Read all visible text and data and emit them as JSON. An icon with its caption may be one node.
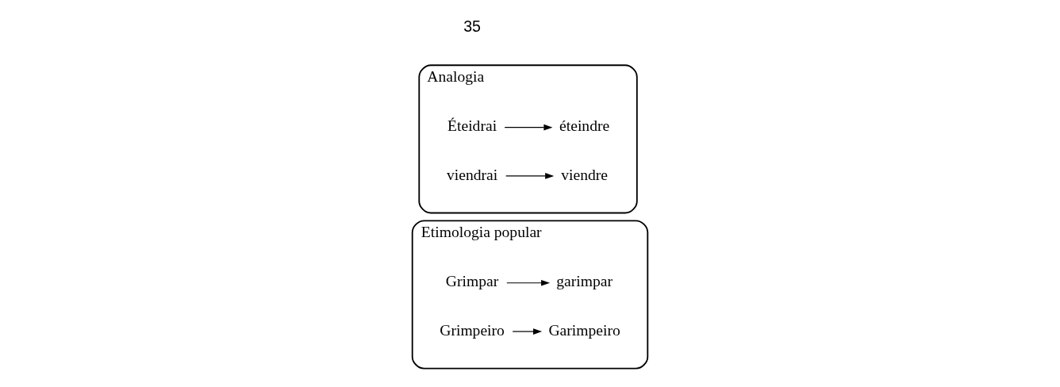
{
  "diagram": {
    "nodes": [
      {
        "text": [
          "Etimologia popular"
        ]
      },
      {
        "text": [
          "Grimpar"
        ],
        "in": 0
      },
      {
        "text": [
          "garimpar"
        ],
        "in": 0
      },
      {
        "text": [
          "Grimpeiro"
        ],
        "in": 0
      },
      {
        "text": [
          "Garimpeiro"
        ],
        "in": 0
      },
      {
        "text": [
          "Analogia"
        ]
      },
      {
        "text": [
          "Éteidrai"
        ],
        "in": 5
      },
      {
        "text": [
          "éteindre"
        ],
        "in": 5
      },
      {
        "text": [
          "viendrai"
        ],
        "in": 5
      },
      {
        "text": [
          "viendre"
        ],
        "in": 5
      }
    ],
    "edges": [
      {
        "from": 1,
        "to": 2,
        "arrow": "to"
      },
      {
        "from": 3,
        "to": 4,
        "arrow": "to"
      },
      {
        "from": 6,
        "to": 7,
        "arrow": "to"
      },
      {
        "from": 8,
        "to": 9,
        "arrow": "to"
      }
    ],
    "labels": [
      "35"
    ]
  }
}
